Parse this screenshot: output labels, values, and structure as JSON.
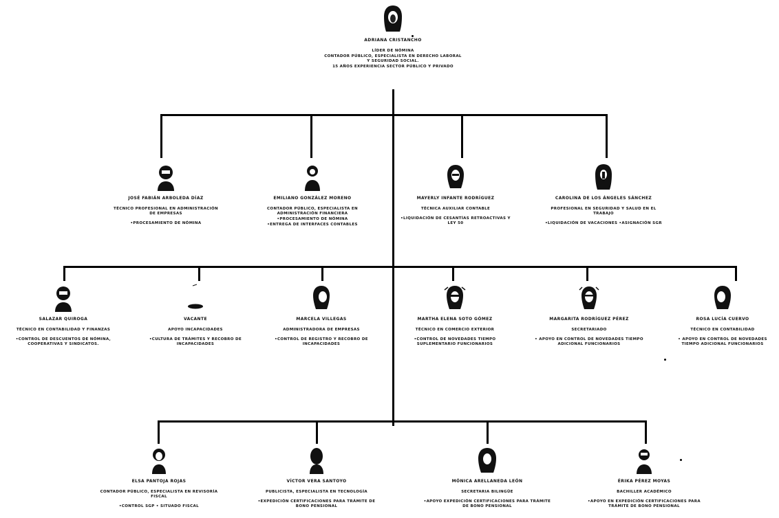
{
  "root": {
    "name": "ADRIANA CRISTANCHO",
    "roles": [
      "LÍDER DE NÓMINA",
      "CONTADOR PÚBLICO, ESPECIALISTA EN DERECHO LABORAL Y SEGURIDAD SOCIAL.",
      "15 AÑOS EXPERIENCIA SECTOR PÚBLICO Y PRIVADO"
    ]
  },
  "level1": [
    {
      "name": "JOSÉ FABIÁN ARBOLEDA DÍAZ",
      "roles": [
        "TÉCNICO PROFESIONAL EN ADMINISTRACIÓN DE EMPRESAS",
        "•PROCESAMIENTO DE NÓMINA"
      ],
      "avatar": "man-beard-icon"
    },
    {
      "name": "EMILIANO GONZÁLEZ MORENO",
      "roles": [
        "CONTADOR PÚBLICO, ESPECIALISTA EN ADMINISTRACIÓN FINANCIERA",
        "•PROCESAMIENTO DE NÓMINA",
        "•ENTREGA DE INTERFACES CONTABLES"
      ],
      "avatar": "man-icon"
    },
    {
      "name": "MAYERLY INFANTE RODRÍGUEZ",
      "roles": [
        "TÉCNICA AUXILIAR CONTABLE",
        "•LIQUIDACIÓN DE CESANTÍAS RETROACTIVAS Y LEY 50"
      ],
      "avatar": "woman-icon"
    },
    {
      "name": "CAROLINA DE LOS ÁNGELES SÁNCHEZ",
      "roles": [
        "PROFESIONAL EN SEGURIDAD Y SALUD EN EL TRABAJO",
        "•LIQUIDACIÓN DE VACACIONES •ASIGNACIÓN SGR"
      ],
      "avatar": "woman-long-hair-icon"
    }
  ],
  "level2": [
    {
      "name": "SALAZAR QUIROGA",
      "roles": [
        "TÉCNICO EN CONTABILIDAD Y FINANZAS",
        "•CONTROL DE DESCUENTOS DE NÓMINA, COOPERATIVAS Y SINDICATOS."
      ],
      "avatar": "man-beard-icon"
    },
    {
      "name": "VACANTE",
      "roles": [
        "APOYO INCAPACIDADES",
        "•CULTURA DE TRÁMITES Y RECOBRO DE INCAPACIDADES"
      ],
      "avatar": "vacant-icon"
    },
    {
      "name": "MARCELA VILLEGAS",
      "roles": [
        "ADMINISTRADORA DE EMPRESAS",
        "•CONTROL DE REGISTRO Y RECOBRO DE INCAPACIDADES"
      ],
      "avatar": "woman-icon"
    },
    {
      "name": "MARTHA ELENA SOTO GÓMEZ",
      "roles": [
        "TÉCNICO EN COMERCIO EXTERIOR",
        "•CONTROL DE NOVEDADES TIEMPO SUPLEMENTARIO FUNCIONARIOS"
      ],
      "avatar": "woman-glasses-icon"
    },
    {
      "name": "MARGARITA RODRÍGUEZ PÉREZ",
      "roles": [
        "SECRETARIADO",
        "• APOYO EN CONTROL DE NOVEDADES TIEMPO ADICIONAL FUNCIONARIOS"
      ],
      "avatar": "woman-glasses-icon"
    },
    {
      "name": "ROSA LUCÍA CUERVO",
      "roles": [
        "TÉCNICO EN CONTABILIDAD",
        "• APOYO EN CONTROL DE NOVEDADES TIEMPO ADICIONAL FUNCIONARIOS"
      ],
      "avatar": "woman-icon"
    }
  ],
  "level3": [
    {
      "name": "ELSA PANTOJA ROJAS",
      "roles": [
        "CONTADOR PÚBLICO, ESPECIALISTA EN REVISORÍA FISCAL",
        "•CONTROL SGP • SITUADO FISCAL"
      ],
      "avatar": "woman-icon"
    },
    {
      "name": "VÍCTOR VERA SANTOYO",
      "roles": [
        "PUBLICISTA, ESPECIALISTA EN TECNOLOGÍA",
        "•EXPEDICIÓN CERTIFICACIONES PARA TRÁMITE DE BONO PENSIONAL"
      ],
      "avatar": "man-icon"
    },
    {
      "name": "MÓNICA ARELLANEDA LEÓN",
      "roles": [
        "SECRETARIA BILINGÜE",
        "•APOYO EXPEDICIÓN CERTIFICACIONES PARA TRÁMITE DE BONO PENSIONAL"
      ],
      "avatar": "woman-long-hair-icon"
    },
    {
      "name": "ÉRIKA PÉREZ MOYAS",
      "roles": [
        "BACHILLER ACADÉMICO",
        "•APOYO EN EXPEDICIÓN CERTIFICACIONES PARA TRÁMITE DE BONO PENSIONAL"
      ],
      "avatar": "man-icon"
    }
  ]
}
